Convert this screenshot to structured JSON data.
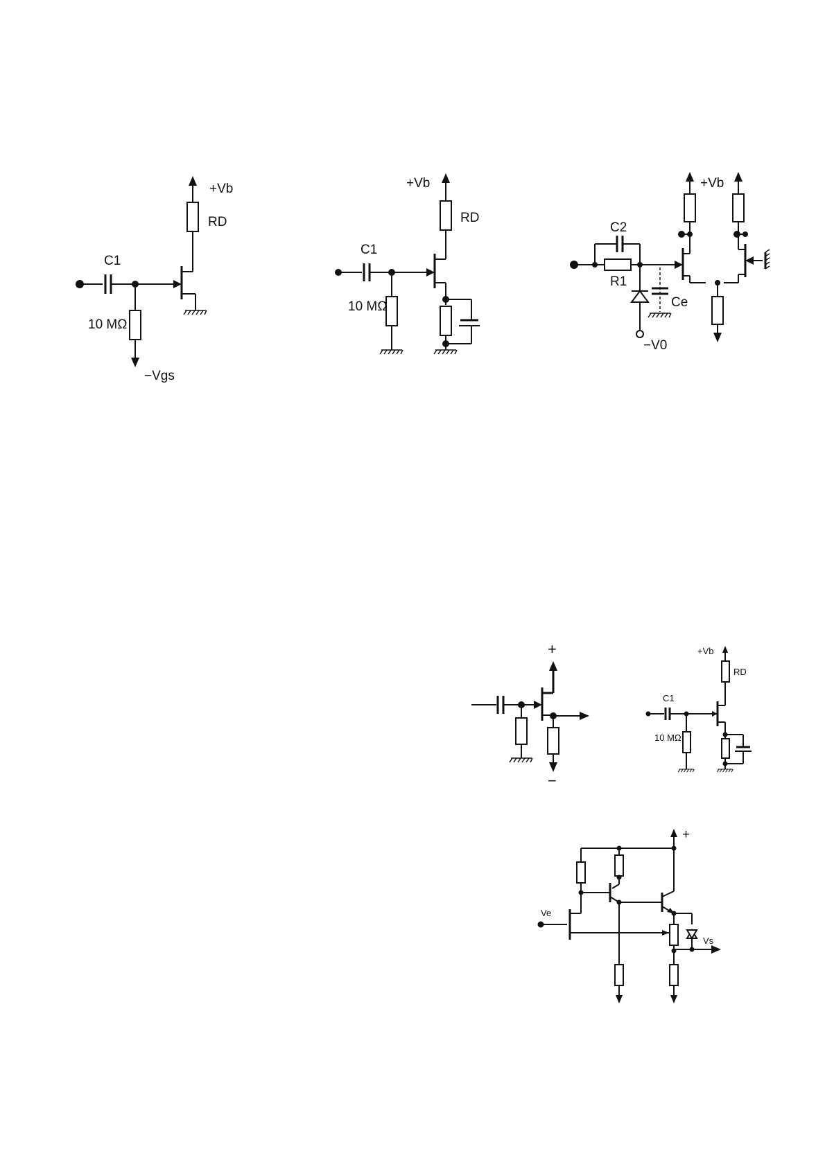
{
  "circuit1": {
    "vb": "+Vb",
    "rd": "RD",
    "c1": "C1",
    "r": "10 MΩ",
    "vgs": "−Vgs"
  },
  "circuit2": {
    "vb": "+Vb",
    "rd": "RD",
    "c1": "C1",
    "r": "10 MΩ"
  },
  "circuit3": {
    "vb": "+Vb",
    "c2": "C2",
    "r1": "R1",
    "ce": "Ce",
    "v0": "−V0"
  },
  "circuit4": {
    "plus": "+",
    "minus": "−"
  },
  "circuit5": {
    "vb": "+Vb",
    "rd": "RD",
    "c1": "C1",
    "r": "10 MΩ"
  },
  "circuit6": {
    "plus": "+",
    "ve": "Ve",
    "vs": "Vs"
  }
}
